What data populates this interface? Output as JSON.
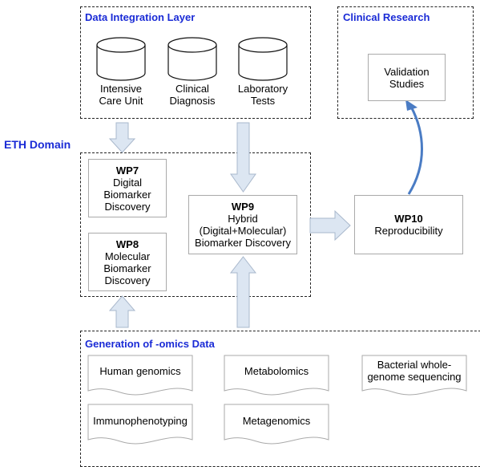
{
  "sections": {
    "data_integration": "Data Integration Layer",
    "clinical_research": "Clinical Research",
    "eth_domain": "ETH Domain",
    "omics": "Generation of -omics Data"
  },
  "databases": [
    {
      "line1": "Intensive",
      "line2": "Care Unit"
    },
    {
      "line1": "Clinical",
      "line2": "Diagnosis"
    },
    {
      "line1": "Laboratory",
      "line2": "Tests"
    }
  ],
  "validation": {
    "line1": "Validation",
    "line2": "Studies"
  },
  "wp7": {
    "title": "WP7",
    "line1": "Digital",
    "line2": "Biomarker",
    "line3": "Discovery"
  },
  "wp8": {
    "title": "WP8",
    "line1": "Molecular",
    "line2": "Biomarker",
    "line3": "Discovery"
  },
  "wp9": {
    "title": "WP9",
    "line1": "Hybrid",
    "line2": "(Digital+Molecular)",
    "line3": "Biomarker Discovery"
  },
  "wp10": {
    "title": "WP10",
    "line1": "Reproducibility"
  },
  "omics_docs": [
    {
      "line1": "Human genomics",
      "line2": ""
    },
    {
      "line1": "Metabolomics",
      "line2": ""
    },
    {
      "line1": "Bacterial whole-",
      "line2": "genome sequencing"
    },
    {
      "line1": "Immunophenotyping",
      "line2": ""
    },
    {
      "line1": "Metagenomics",
      "line2": ""
    }
  ],
  "colors": {
    "section_title": "#1a2bd6",
    "arrow_fill": "#dce6f2",
    "arrow_stroke": "#a9b8cc",
    "curved_arrow": "#4a7cc4"
  }
}
